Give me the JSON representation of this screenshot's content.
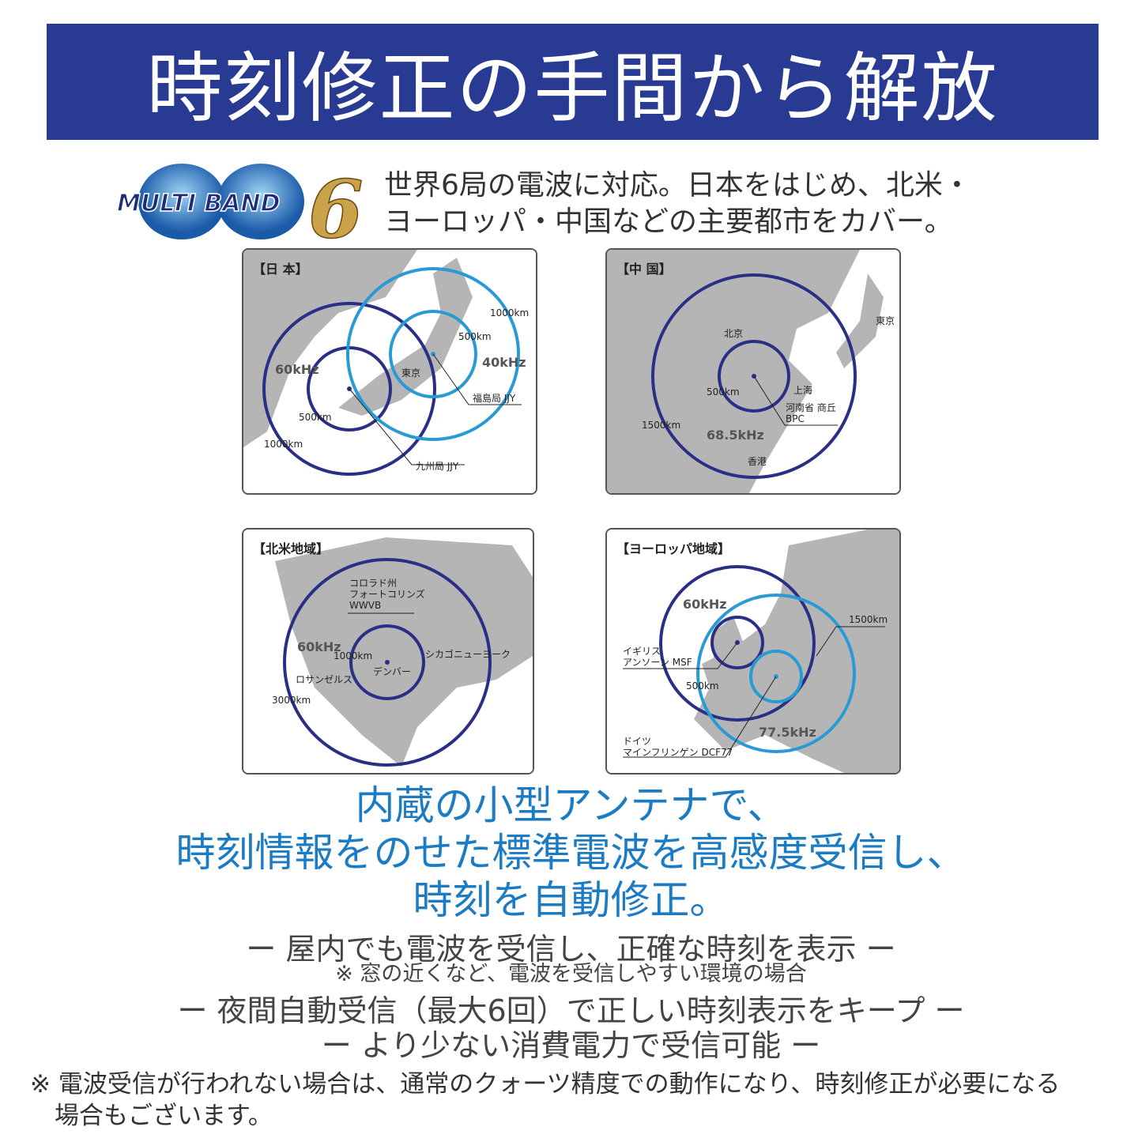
{
  "title": "時刻修正の手間から解放",
  "logo": {
    "text": "MULTI BAND 6"
  },
  "intro": [
    "世界6局の電波に対応。日本をはじめ、北米・",
    "ヨーロッパ・中国などの主要都市をカバー。"
  ],
  "colors": {
    "banner": "#283a91",
    "dark_ring": "#2a2f86",
    "light_ring": "#2a9ad4",
    "headline": "#1b7cc4",
    "map_land": "#b5b5b5"
  },
  "maps": {
    "japan": {
      "title": "【日 本】",
      "freq_60": "60kHz",
      "freq_40": "40kHz",
      "r1000_a": "1000km",
      "r500_a": "500km",
      "r1000_b": "1000km",
      "r500_b": "500km",
      "tokyo": "東京",
      "station_fukushima": "福島局 JJY",
      "station_kyushu": "九州局 JJY"
    },
    "china": {
      "title": "【中 国】",
      "beijing": "北京",
      "tokyo": "東京",
      "shanghai": "上海",
      "r500": "500km",
      "r1500": "1500km",
      "station": "河南省 商丘",
      "station_code": "BPC",
      "freq": "68.5kHz",
      "hongkong": "香港"
    },
    "north_america": {
      "title": "【北米地域】",
      "station_1": "コロラド州",
      "station_2": "フォートコリンズ",
      "station_code": "WWVB",
      "freq": "60kHz",
      "r1000": "1000km",
      "denver": "デンバー",
      "chicago": "シカゴ",
      "newyork": "ニューヨーク",
      "la": "ロサンゼルス",
      "r3000": "3000km"
    },
    "europe": {
      "title": "【ヨーロッパ地域】",
      "freq_60": "60kHz",
      "r1500": "1500km",
      "uk_1": "イギリス",
      "uk_2": "アンソーン MSF",
      "r500": "500km",
      "freq_77": "77.5kHz",
      "de_1": "ドイツ",
      "de_2": "マインフリンゲン DCF77"
    }
  },
  "headline": [
    "内蔵の小型アンテナで、",
    "時刻情報をのせた標準電波を高感度受信し、",
    "時刻を自動修正。"
  ],
  "features": [
    "ー 屋内でも電波を受信し、正確な時刻を表示 ー",
    "※ 窓の近くなど、電波を受信しやすい環境の場合",
    "ー 夜間自動受信（最大6回）で正しい時刻表示をキープ ー",
    "ー より少ない消費電力で受信可能 ー"
  ],
  "footer": [
    "※ 電波受信が行われない場合は、通常のクォーツ精度での動作になり、時刻修正が必要になる",
    "　場合もございます。"
  ]
}
